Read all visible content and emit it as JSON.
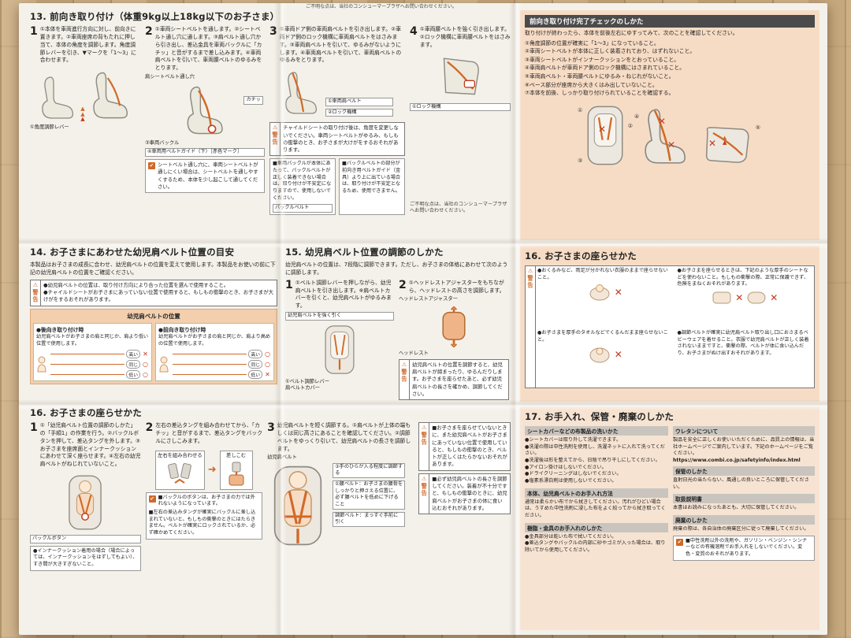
{
  "note_contact": "ご不明な点は、当社のコンシューマープラザへお問い合わせください。",
  "warn_label": "警告",
  "icons": {
    "circle": "○",
    "cross": "✕",
    "check": "✔",
    "warn": "⚠",
    "tri": "▲",
    "arrow": "➜"
  },
  "s13": {
    "title": "13. 前向き取り付け（体重9kg以上18kg以下のお子さま）",
    "step1": {
      "num": "1",
      "text": "①本体を車両進行方向に対し、前向きに置きます。②車両座席の背もたれに押し当て、本体の角度を調節します。角度調節レバーを引き、▼マークを「1〜3」に合わせます。",
      "caption": "①角度調節レバー"
    },
    "step2": {
      "num": "2",
      "text": "①車両シートベルトを通します。②シートベルト通し穴に通します。③肩ベルト通し穴から引き出し、差込金具を車両バックルに「カチッ」と音がするまで差し込みます。④車両肩ベルトを引いて、車両腰ベルトのゆるみをとります。",
      "cap_a": "肩シートベルト通し穴",
      "cap_b": "カチッ",
      "cap_c": "③車両バックル",
      "cap_d": "④車両用ベルトガイド（下）［赤色マーク］",
      "note": "シートベルト通し穴に、車両シートベルトが通しにくい場合は、シートベルトを通しやすくするため、本体を少し起こして通してください。"
    },
    "step3": {
      "num": "3",
      "text": "①車両ドア側の車両肩ベルトを引き出します。②車両ドア側のロック機構に車両肩ベルトをはさみます。③車両肩ベルトを引いて、ゆるみがないようにします。④車両肩ベルトを引いて、車両肩ベルトのゆるみをとります。",
      "cap_a": "①車両肩ベルト",
      "cap_b": "②ロック機構",
      "warning": "チャイルドシートの取り付け後は、角度を変更しないでください。車両シートベルトがゆるみ、もしもの衝撃のとき、お子さまが大けがをするおそれがあります。"
    },
    "step4": {
      "num": "4",
      "text": "①車両腰ベルトを強く引き出します。②ロック機構に車両腰ベルトをはさみます。",
      "cap_a": "①ロック機構"
    },
    "buckle_note1": "■車両バックルが本体にあたって、バックルベルトが正しく装着できない場合は、取り付けが不安定になりますので、使用しないでください。",
    "buckle_cap": "バックルベルト",
    "buckle_note2": "■バックルベルトの部分が前向き用ベルトガイド（金具）より上に出ている場合は、取り付けが不安定となるため、使用できません。"
  },
  "chk": {
    "header": "前向き取り付け完了チェックのしかた",
    "intro": "取り付けが終わったら、本体を前後左右にゆすってみて、次のことを確認してください。",
    "items": [
      "①角度調節の位置が確実に「1〜3」になっていること。",
      "②車両シートベルトが本体に正しく装着されており、はずれないこと。",
      "③車両シートベルトがインナークッションをとおっていること。",
      "④車両肩ベルトが車両ドア側のロック機構にはさまれていること。",
      "⑤車両肩ベルト・車両腰ベルトにゆるみ・ねじれがないこと。",
      "⑥ベース部分が座席から大きくはみ出していないこと。",
      "⑦本体を前後、しっかり取り付けられていることを確認する。"
    ],
    "fig_nums": [
      "①",
      "②",
      "③",
      "④",
      "⑤"
    ]
  },
  "s14": {
    "title": "14. お子さまにあわせた幼児肩ベルト位置の目安",
    "intro": "本製品はお子さまの成長に合わせ、幼児肩ベルトの位置を変えて使用します。本製品をお使いの前に下記の幼児肩ベルトの位置をご確認ください。",
    "warn1": "●幼児肩ベルトの位置は、取り付け方向により合った位置を選んで使用すること。",
    "warn2": "●チャイルドシートがお子さまにあっていない位置で使用すると、もしもの衝撃のとき、お子さまが大けがをするおそれがあります。",
    "box_title": "幼児肩ベルトの位置",
    "rear": {
      "title": "●後向き取り付け時",
      "text": "幼児肩ベルトがお子さまの肩と同じか、肩より低い位置で使用します。",
      "rows": [
        {
          "label": "高い",
          "mark": "✕"
        },
        {
          "label": "同じ",
          "mark": "○"
        },
        {
          "label": "低い",
          "mark": "○"
        }
      ]
    },
    "front": {
      "title": "●前向き取り付け時",
      "text": "幼児肩ベルトがお子さまの肩と同じか、肩より高めの位置で使用します。",
      "rows": [
        {
          "label": "高い",
          "mark": "○"
        },
        {
          "label": "同じ",
          "mark": "○"
        },
        {
          "label": "低い",
          "mark": "✕"
        }
      ]
    }
  },
  "s15": {
    "title": "15. 幼児肩ベルト位置の調節のしかた",
    "intro": "幼児肩ベルトの位置は、7段階に調節できます。ただし、お子さまの体格にあわせて次のように調節します。",
    "step1": {
      "num": "1",
      "text": "①ベルト調節レバーを押しながら、幼児肩ベルトを引き出します。※肩ベルトカバーを引くと、幼児肩ベルトがゆるみます。",
      "cap_a": "幼児肩ベルトを強く引く",
      "cap_b": "①ベルト調節レバー",
      "cap_c": "肩ベルトカバー"
    },
    "step2": {
      "num": "2",
      "text": "①ヘッドレストアジャスターをもちながら、ヘッドレストの高さを調節します。",
      "cap_a": "ヘッドレストアジャスター",
      "cap_b": "ヘッドレスト"
    },
    "warning": "幼児肩ベルトの位置を調節すると、幼児肩ベルトが締まったり、ゆるんだりします。お子さまを座らせたあと、必ず幼児肩ベルトの長さを確かめ、調節してください。"
  },
  "s16a": {
    "title": "16. お子さまの座らせかた",
    "items": [
      "●おくるみなど、両足が分かれない衣服のままで座らせないこと。",
      "●お子さまを座らせるときは、下記のような厚手のシートなどを使わないこと。もしもの衝撃の際、正常に保護できず、危険をまねくおそれがあります。",
      "●お子さまを厚手のタオルなどでくるんだまま座らせないこと。",
      "●調節ベルトが確実に幼児肩ベルト取り出し口におさまるベビーウェアを着せること。衣服で幼児肩ベルトが正しく装着されないままですと、衝撃の際、ベルトが体に食い込んだり、お子さまがぬけ出すおそれがあります。"
    ]
  },
  "s16b": {
    "title": "16. お子さまの座らせかた",
    "step1": {
      "num": "1",
      "text": "①「幼児肩ベルト位置の調節のしかた」の「手順1」の作業を行う。②バックルボタンを押して、差込タングを外します。③お子さまを座席面とインナークッションにあわせて深く座らせます。④左右の幼児肩ベルトがねじれていないこと。",
      "cap": "バックルボタン",
      "note": "●インナークッション着用の場合（場合によっては、インナークッションをはずしてもよい）、すき間が大きすぎないこと。"
    },
    "step2": {
      "num": "2",
      "text": "左右の差込タングを組み合わせてから、「カチッ」と音がするまで、差込タングをバックルにさしこみます。",
      "cap_a": "左右を組み合わせる",
      "cap_b": "差しこむ",
      "warn1": "■バックルのボタンは、お子さまの力では外れないようになっています。",
      "warn2": "■左右の差込みタングが確実にバックルに差し込まれていないと、もしもの衝撃のときにはたらきません。ベルトが確実にロックされているか、必ず確かめてください。"
    },
    "step3": {
      "num": "3",
      "text": "幼児肩ベルトを短く調節する。①肩ベルトが上体の端もしくは同じ高さにあることを確認してください。②調節ベルトをゆっくり引いて、幼児肩ベルトの長さを調節します。",
      "cap_a": "幼児肩ベルト",
      "cap_b": "③手のひらが入る程度に調節する",
      "cap_c": "①腰ベルト：お子さまの腰骨をしっかりと押さえる位置に、必ず腰ベルトを低めに下げること",
      "cap_d": "調節ベルト：まっすぐ手前に引く"
    },
    "warn1": "■お子さまを座らせていないときに、また幼児肩ベルトがお子さまにあっていない位置で使用していると、もしもの衝撃のとき、ベルトが正しくはたらかないおそれがあります。",
    "warn2": "■必ず幼児肩ベルトの長さを調節してください。装着が不十分ですと、もしもの衝撃のときに、幼児肩ベルトがお子さまの体に食い込むおそれがあります。"
  },
  "s17": {
    "title": "17. お手入れ、保管・廃棄のしかた",
    "colL": {
      "h1": "シートカバーなどの布製品の洗いかた",
      "items": [
        "●シートカバーは取り外して洗濯できます。",
        "●洗濯の際は中性洗剤を使用し、洗濯ネットに入れて洗ってください。",
        "●洗濯後は形を整えてから、日陰で吊り干しにしてください。",
        "●アイロン掛けはしないでください。",
        "●ドライクリーニングはしないでください。",
        "●塩素系漂白剤は使用しないでください。"
      ],
      "h2": "本体、幼児肩ベルトのお手入れ方法",
      "text2": "通常は柔らかい布でから拭きしてください。汚れがひどい場合は、うすめた中性洗剤に浸した布をよく絞ってから拭き取ってください。",
      "h3": "樹脂・金具のお手入れのしかた",
      "items3": [
        "●金具部分は乾いた布で拭いてください。",
        "●差込タングやバックルの内部に砂やゴミが入った場合は、取り除いてから使用してください。"
      ]
    },
    "colR": {
      "h1": "ウレタンについて",
      "text1": "製品を安全に正しくお使いいただくために、品質上の情報は、当社ホームページでご案内しています。下記のホームページをご覧ください。",
      "url": "https://www.combi.co.jp/safetyinfo/index.html",
      "h2": "保管のしかた",
      "text2": "直射日光の当たらない、風通しの良いところに保管してください。",
      "h3": "取扱説明書",
      "text3": "本書はお読みになったあとも、大切に保管してください。",
      "h4": "廃棄のしかた",
      "text4": "廃棄の際は、各自治体の廃棄区分に従って廃棄してください。",
      "note": "■中性洗剤以外の洗剤や、ガソリン・ベンジン・シンナーなどの有機溶剤でお手入れをしないでください。変色・変質のおそれがあります。"
    }
  }
}
